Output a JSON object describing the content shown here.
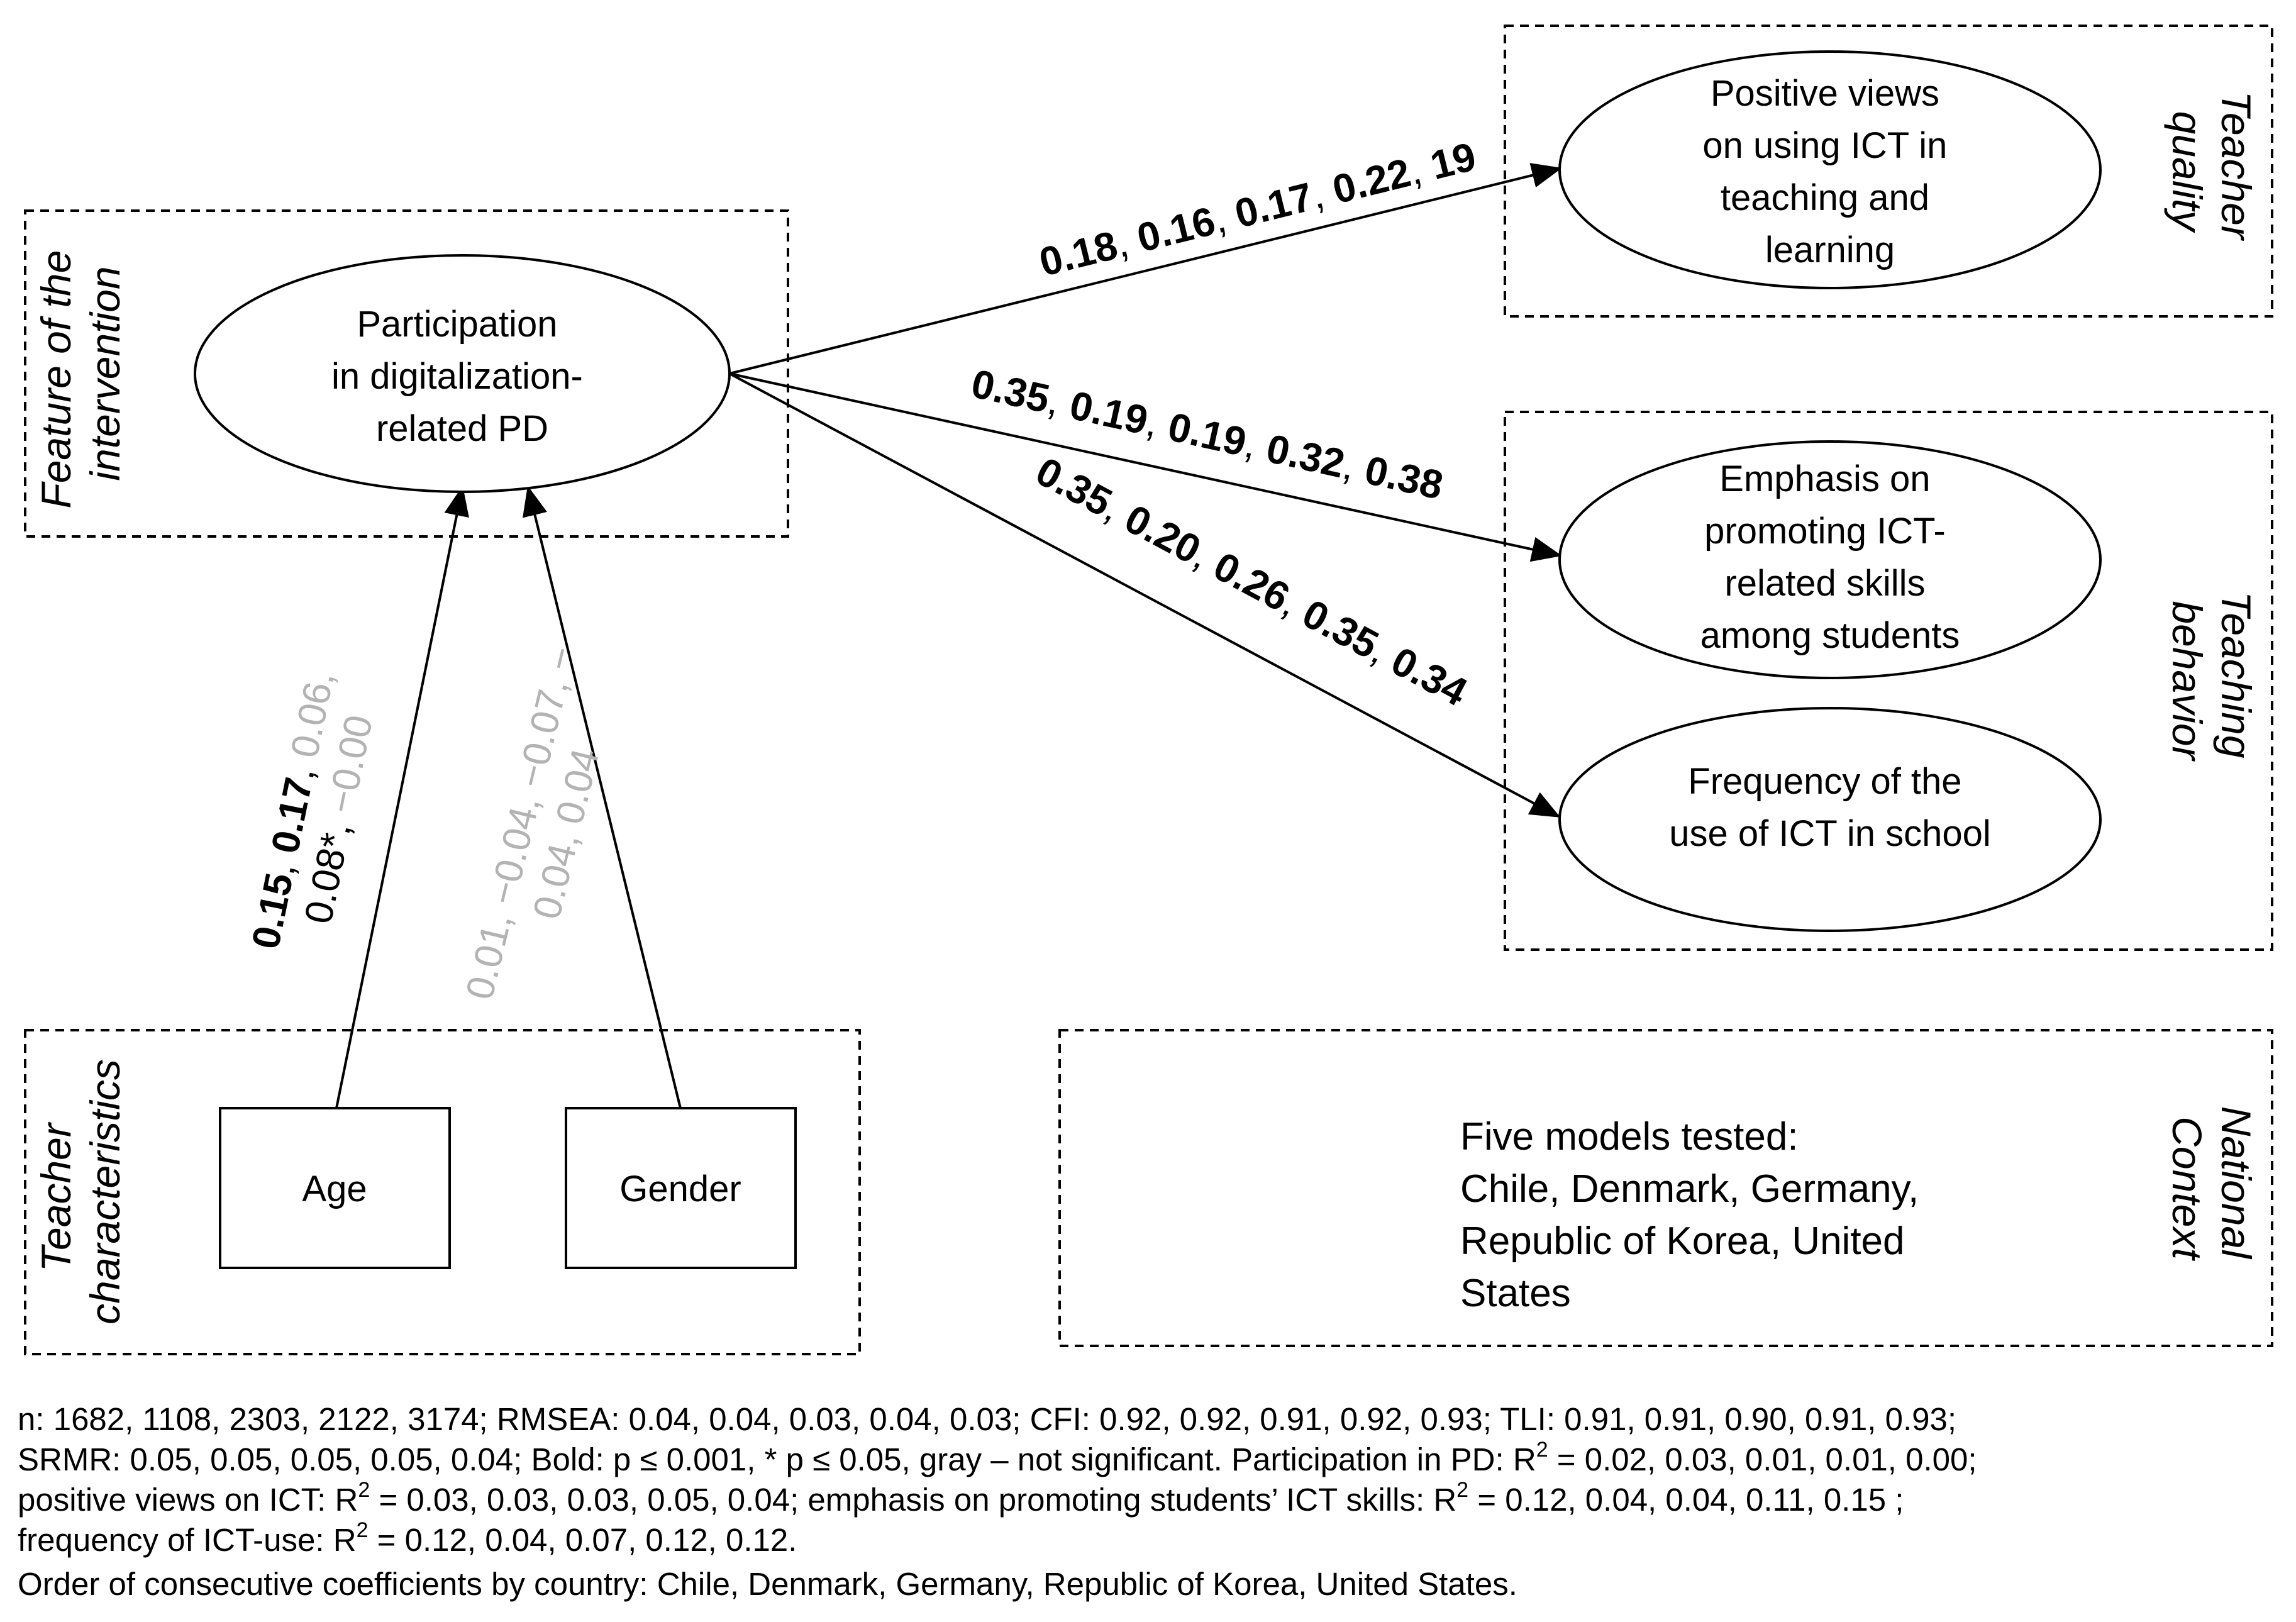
{
  "groups": {
    "feature": [
      "Feature of the",
      "intervention"
    ],
    "teacher_quality": [
      "Teacher",
      "quality"
    ],
    "teaching_behavior": [
      "Teaching",
      "behavior"
    ],
    "teacher_characteristics": [
      "Teacher",
      "characteristics"
    ],
    "national_context": [
      "National",
      "Context"
    ]
  },
  "nodes": {
    "participation": [
      "Participation",
      "in digitalization-",
      "related PD"
    ],
    "positive_views": [
      "Positive views",
      "on using ICT in",
      "teaching and",
      "learning"
    ],
    "emphasis": [
      "Emphasis on",
      "promoting ICT-",
      "related skills",
      "among students"
    ],
    "frequency": [
      "Frequency of the",
      "use of ICT in school"
    ],
    "age": "Age",
    "gender": "Gender"
  },
  "paths": {
    "pd_to_views": [
      {
        "t": "0.18",
        "b": true
      },
      {
        "t": ", "
      },
      {
        "t": "0.16",
        "b": true
      },
      {
        "t": ", "
      },
      {
        "t": "0.17",
        "b": true
      },
      {
        "t": ", "
      },
      {
        "t": "0.22",
        "b": true
      },
      {
        "t": ", "
      },
      {
        "t": "19",
        "b": true
      }
    ],
    "pd_to_emphasis": [
      {
        "t": "0.35",
        "b": true
      },
      {
        "t": ", "
      },
      {
        "t": "0.19",
        "b": true
      },
      {
        "t": ", "
      },
      {
        "t": "0.19",
        "b": true
      },
      {
        "t": ", "
      },
      {
        "t": "0.32",
        "b": true
      },
      {
        "t": ", "
      },
      {
        "t": "0.38",
        "b": true
      }
    ],
    "pd_to_frequency": [
      {
        "t": "0.35",
        "b": true
      },
      {
        "t": ", "
      },
      {
        "t": "0.20",
        "b": true
      },
      {
        "t": ", "
      },
      {
        "t": "0.26",
        "b": true
      },
      {
        "t": ", "
      },
      {
        "t": "0.35",
        "b": true
      },
      {
        "t": ", "
      },
      {
        "t": "0.34",
        "b": true
      }
    ],
    "age_to_pd": [
      [
        {
          "t": "0.15",
          "b": true
        },
        {
          "t": ", "
        },
        {
          "t": "0.17",
          "b": true
        },
        {
          "t": ", "
        },
        {
          "t": "0.06,",
          "g": true
        }
      ],
      [
        {
          "t": "0.08*"
        },
        {
          "t": ", "
        },
        {
          "t": "−0.00",
          "g": true
        }
      ]
    ],
    "gender_to_pd": [
      [
        {
          "t": "0.01, −0.04, −0.07, −",
          "g": true
        }
      ],
      [
        {
          "t": "0.04, 0.04",
          "g": true
        }
      ]
    ]
  },
  "context_text": [
    "Five models tested:",
    "Chile, Denmark, Germany,",
    "Republic of Korea, United",
    "States"
  ],
  "footnote": {
    "line1": "n: 1682, 1108, 2303, 2122, 3174; RMSEA: 0.04, 0.04, 0.03, 0.04, 0.03; CFI: 0.92, 0.92, 0.91, 0.92, 0.93; TLI: 0.91, 0.91, 0.90, 0.91, 0.93;",
    "line2_a": "SRMR: 0.05, 0.05, 0.05, 0.05, 0.04; Bold: p ≤ 0.001, * p ≤ 0.05, gray – not significant. Participation in PD: R",
    "line2_b": " = 0.02, 0.03, 0.01, 0.01, 0.00;",
    "line3_a": "positive views on ICT: R",
    "line3_b": " = 0.03, 0.03, 0.03, 0.05, 0.04; emphasis on promoting students’ ICT skills: R",
    "line3_c": " = 0.12, 0.04, 0.04, 0.11, 0.15 ;",
    "line4_a": "frequency of ICT-use: R",
    "line4_b": " = 0.12, 0.04, 0.07, 0.12, 0.12.",
    "sup": "2",
    "line5": "Order of consecutive coefficients by country: Chile, Denmark, Germany, Republic of Korea, United States."
  },
  "colors": {
    "line": "#000000",
    "nonsig": "#b3b3b3"
  }
}
